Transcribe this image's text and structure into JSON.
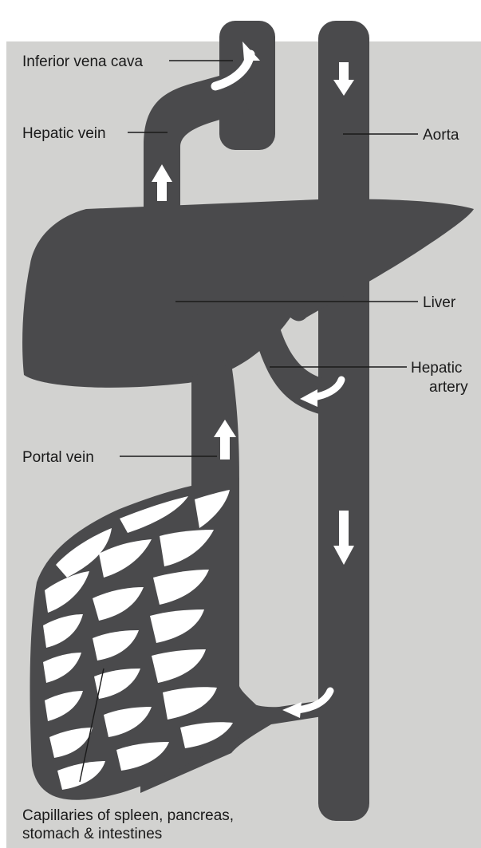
{
  "diagram": {
    "colors": {
      "background": "#d2d2d0",
      "vessel": "#4a4a4c",
      "arrow": "#ffffff",
      "text": "#1a1a1a"
    },
    "labels": {
      "inferior_vena_cava": "Inferior vena cava",
      "hepatic_vein": "Hepatic vein",
      "aorta": "Aorta",
      "liver": "Liver",
      "hepatic_artery_line1": "Hepatic",
      "hepatic_artery_line2": "artery",
      "portal_vein": "Portal vein",
      "capillaries_line1": "Capillaries of spleen, pancreas,",
      "capillaries_line2": "stomach & intestines"
    },
    "flow_arrows": [
      "up",
      "up",
      "down",
      "curved-left",
      "up",
      "down",
      "curved-left"
    ]
  }
}
